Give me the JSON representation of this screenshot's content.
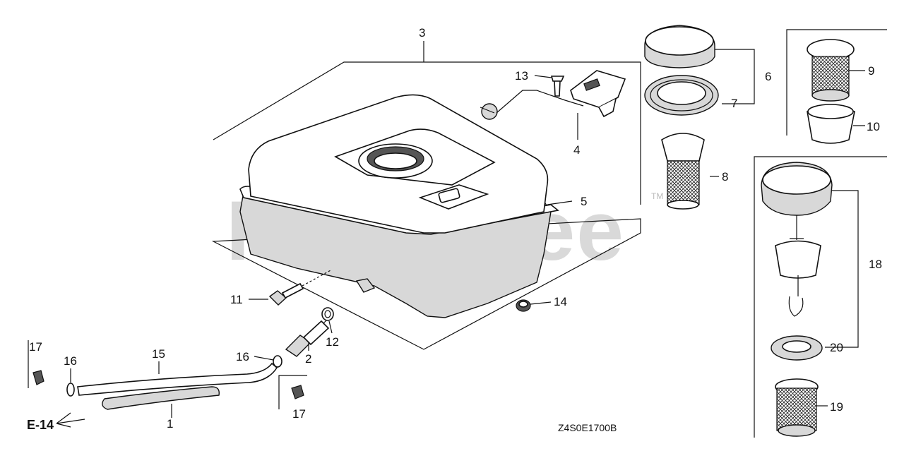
{
  "watermark": "PartsTree",
  "watermark_tm": "TM",
  "reference": "E-14",
  "diagram_code": "Z4S0E1700B",
  "callouts": {
    "c1": "1",
    "c2": "2",
    "c3": "3",
    "c4": "4",
    "c5": "5",
    "c6": "6",
    "c7": "7",
    "c8": "8",
    "c9": "9",
    "c10": "10",
    "c11": "11",
    "c12": "12",
    "c13": "13",
    "c14": "14",
    "c15": "15",
    "c16a": "16",
    "c16b": "16",
    "c17a": "17",
    "c17b": "17",
    "c18": "18",
    "c19": "19",
    "c20": "20"
  },
  "icons": [
    "fuel-tank-icon",
    "fuel-cap-icon",
    "strainer-icon",
    "hose-icon",
    "bolt-icon",
    "clip-icon"
  ]
}
